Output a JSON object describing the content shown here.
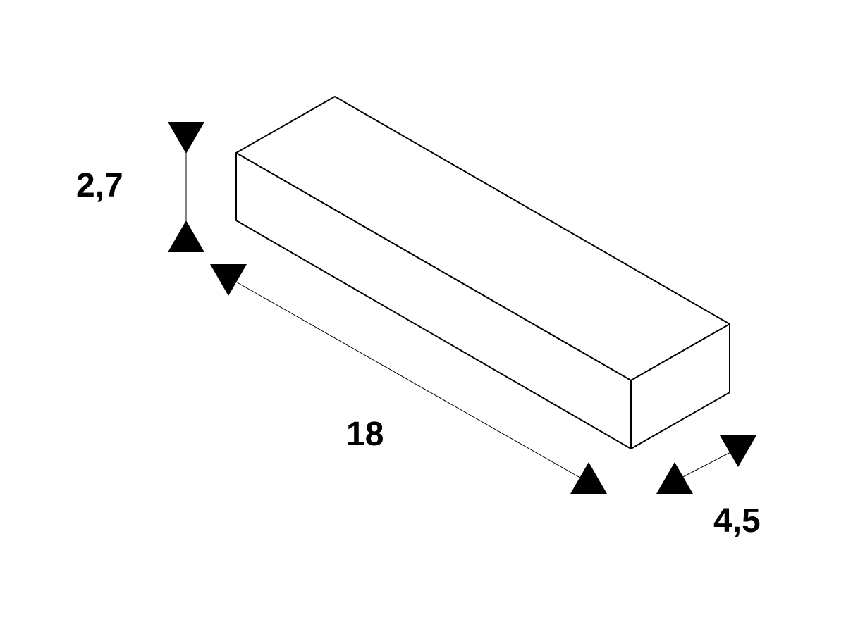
{
  "dimensions": {
    "height": {
      "value": "2,7"
    },
    "length": {
      "value": "18"
    },
    "depth": {
      "value": "4,5"
    }
  },
  "colors": {
    "line": "#000000",
    "background": "#ffffff"
  }
}
